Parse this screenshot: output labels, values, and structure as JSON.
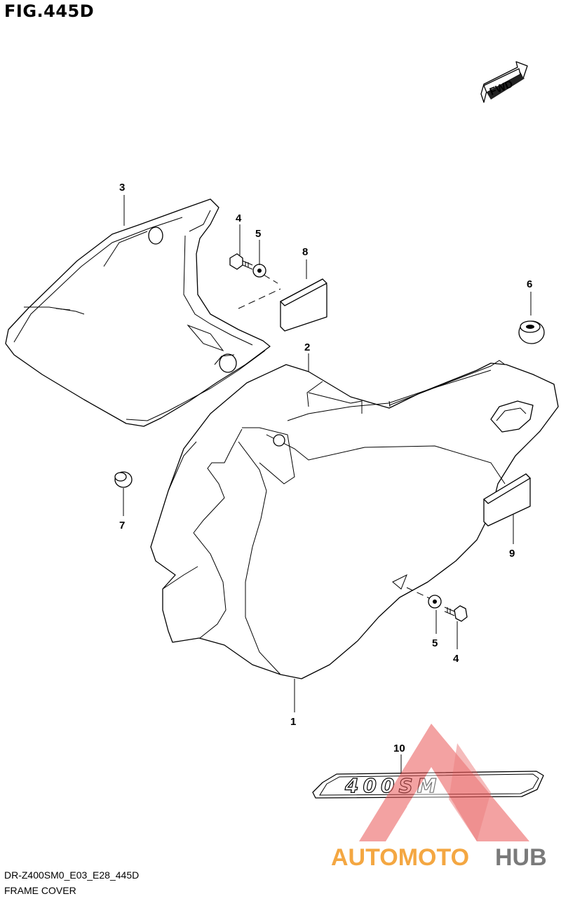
{
  "figure": {
    "title": "FIG.445D",
    "code": "DR-Z400SM0_E03_E28_445D",
    "name": "FRAME COVER",
    "direction_label": "FWD"
  },
  "callouts": [
    {
      "id": "c1",
      "label": "1"
    },
    {
      "id": "c2",
      "label": "2"
    },
    {
      "id": "c3",
      "label": "3"
    },
    {
      "id": "c4a",
      "label": "4"
    },
    {
      "id": "c5a",
      "label": "5"
    },
    {
      "id": "c6",
      "label": "6"
    },
    {
      "id": "c7",
      "label": "7"
    },
    {
      "id": "c8",
      "label": "8"
    },
    {
      "id": "c9",
      "label": "9"
    },
    {
      "id": "c5b",
      "label": "5"
    },
    {
      "id": "c4b",
      "label": "4"
    },
    {
      "id": "c10",
      "label": "10"
    }
  ],
  "emblem": {
    "text": "400SM"
  },
  "watermark": {
    "text_part1": "AUTOMOTO",
    "text_part2": "HUB",
    "color_part1": "#f4a742",
    "color_part2": "#7a7a7a",
    "triangle_color": "#e85a5a"
  }
}
